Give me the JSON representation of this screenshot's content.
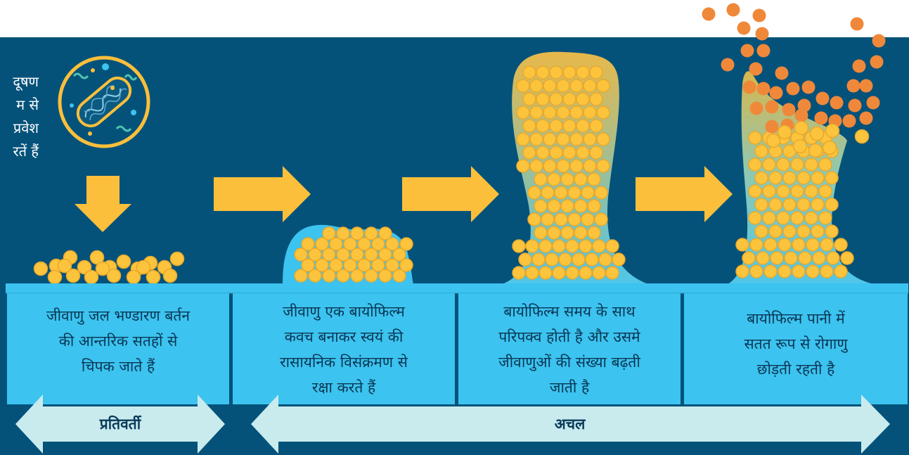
{
  "intro": {
    "lines": [
      "दूषण",
      "म से",
      "प्रवेश",
      "रतें हैं"
    ]
  },
  "stages": [
    {
      "text": [
        "जीवाणु जल भण्डारण बर्तन",
        "की आन्तरिक सतहों से",
        "चिपक जाते हैं"
      ]
    },
    {
      "text": [
        "जीवाणु एक बायोफिल्म",
        "कवच बनाकर स्वयं की",
        "रासायनिक विसंक्रमण से",
        "रक्षा करते हैं"
      ]
    },
    {
      "text": [
        "बायोफिल्म समय के साथ",
        "परिपक्व होती है और उसमे",
        "जीवाणुओं की संख्या बढ़ती",
        "जाती है"
      ]
    },
    {
      "text": [
        "बायोफिल्म पानी में",
        "सतत रूप से रोगाणु",
        "छोड़ती रहती है"
      ]
    }
  ],
  "bottom_arrows": {
    "reversible": "प्रतिवर्ती",
    "immobile": "अचल"
  },
  "colors": {
    "background": "#04527a",
    "cell": "#3cc3ef",
    "arrow": "#fbbf3b",
    "bacteria": "#fcc43d",
    "released": "#f0883a",
    "bottom_arrow": "#c9ebee"
  }
}
